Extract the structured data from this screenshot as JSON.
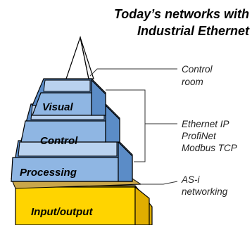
{
  "title": {
    "line1": "Today’s networks with",
    "line2": "Industrial Ethernet"
  },
  "tiers": {
    "visual": "Visual",
    "control": "Control",
    "processing": "Processing",
    "io": "Input/output"
  },
  "annotations": {
    "control_room": [
      "Control",
      "room"
    ],
    "ethernet": [
      "Ethernet IP",
      "ProfiNet",
      "Modbus TCP"
    ],
    "asi": [
      "AS-i",
      "networking"
    ]
  },
  "colors": {
    "tier_face": "#8fb6e3",
    "tier_side": "#5b8cc7",
    "tier_top": "#b9d2ef",
    "io_face": "#ffd400",
    "io_side": "#d9a900",
    "asi_band": "#c9a64a",
    "outline": "#000000",
    "leader": "#333333"
  }
}
